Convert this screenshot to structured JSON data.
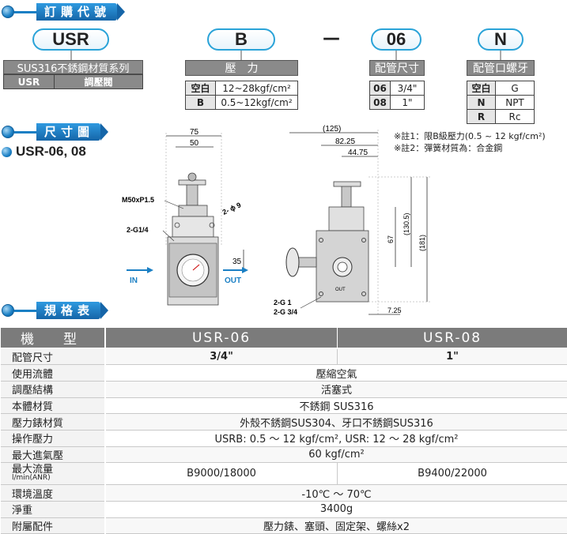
{
  "sections": {
    "order": "訂購代號",
    "dims": "尺寸圖",
    "spec": "規格表"
  },
  "order": {
    "codes": [
      "USR",
      "B",
      "06",
      "N"
    ],
    "dash": "—",
    "series": {
      "title": "SUS316不銹鋼材質系列",
      "code": "USR",
      "name": "調壓閥"
    },
    "pressure": {
      "title": "壓　力",
      "rows": [
        {
          "k": "空白",
          "v": "12~28kgf/cm²"
        },
        {
          "k": "B",
          "v": "0.5~12kgf/cm²"
        }
      ]
    },
    "port_size": {
      "title": "配管尺寸",
      "rows": [
        {
          "k": "06",
          "v": "3/4\""
        },
        {
          "k": "08",
          "v": "1\""
        }
      ]
    },
    "thread": {
      "title": "配管口螺牙",
      "rows": [
        {
          "k": "空白",
          "v": "G"
        },
        {
          "k": "N",
          "v": "NPT"
        },
        {
          "k": "R",
          "v": "Rc"
        }
      ]
    }
  },
  "model_title": "USR-06, 08",
  "notes": [
    "※註1：限B級壓力(0.5 ~ 12 kgf/cm²)",
    "※註2：彈簧材質為：合金鋼"
  ],
  "drawing": {
    "front": {
      "dim_top": "75",
      "dim_inner": "50",
      "thread_label": "M50xP1.5",
      "port_label": "2-G1/4",
      "hole_label": "2- ϕ 9",
      "dim_35": "35",
      "in_label": "IN",
      "out_label": "OUT"
    },
    "side": {
      "dim_125": "(125)",
      "dim_8225": "82.25",
      "dim_4475": "44.75",
      "dim_1305": "(130.5)",
      "dim_181": "(181)",
      "dim_67": "67",
      "dim_725": "7.25",
      "port1": "2-G 1",
      "port2": "2-G 3/4",
      "out_label": "OUT"
    }
  },
  "spec": {
    "head": [
      "機　型",
      "USR-06",
      "USR-08"
    ],
    "rows": [
      {
        "label": "配管尺寸",
        "v1": "3/4\"",
        "v2": "1\""
      },
      {
        "label": "使用流體",
        "v": "壓縮空氣"
      },
      {
        "label": "調壓結構",
        "v": "活塞式"
      },
      {
        "label": "本體材質",
        "v": "不銹鋼 SUS316"
      },
      {
        "label": "壓力錶材質",
        "v": "外殼不銹鋼SUS304、牙口不銹鋼SUS316"
      },
      {
        "label": "操作壓力",
        "v": "USRB: 0.5 ～ 12 kgf/cm², USR: 12 ～ 28 kgf/cm²"
      },
      {
        "label": "最大進氣壓",
        "v": "60 kgf/cm²"
      },
      {
        "label": "最大流量",
        "sublabel": "l/min(ANR)",
        "v1": "B9000/18000",
        "v2": "B9400/22000"
      },
      {
        "label": "環境溫度",
        "v": "-10℃ ～ 70℃"
      },
      {
        "label": "淨重",
        "v": "3400g"
      },
      {
        "label": "附屬配件",
        "v": "壓力錶、塞頭、固定架、螺絲x2"
      }
    ]
  }
}
